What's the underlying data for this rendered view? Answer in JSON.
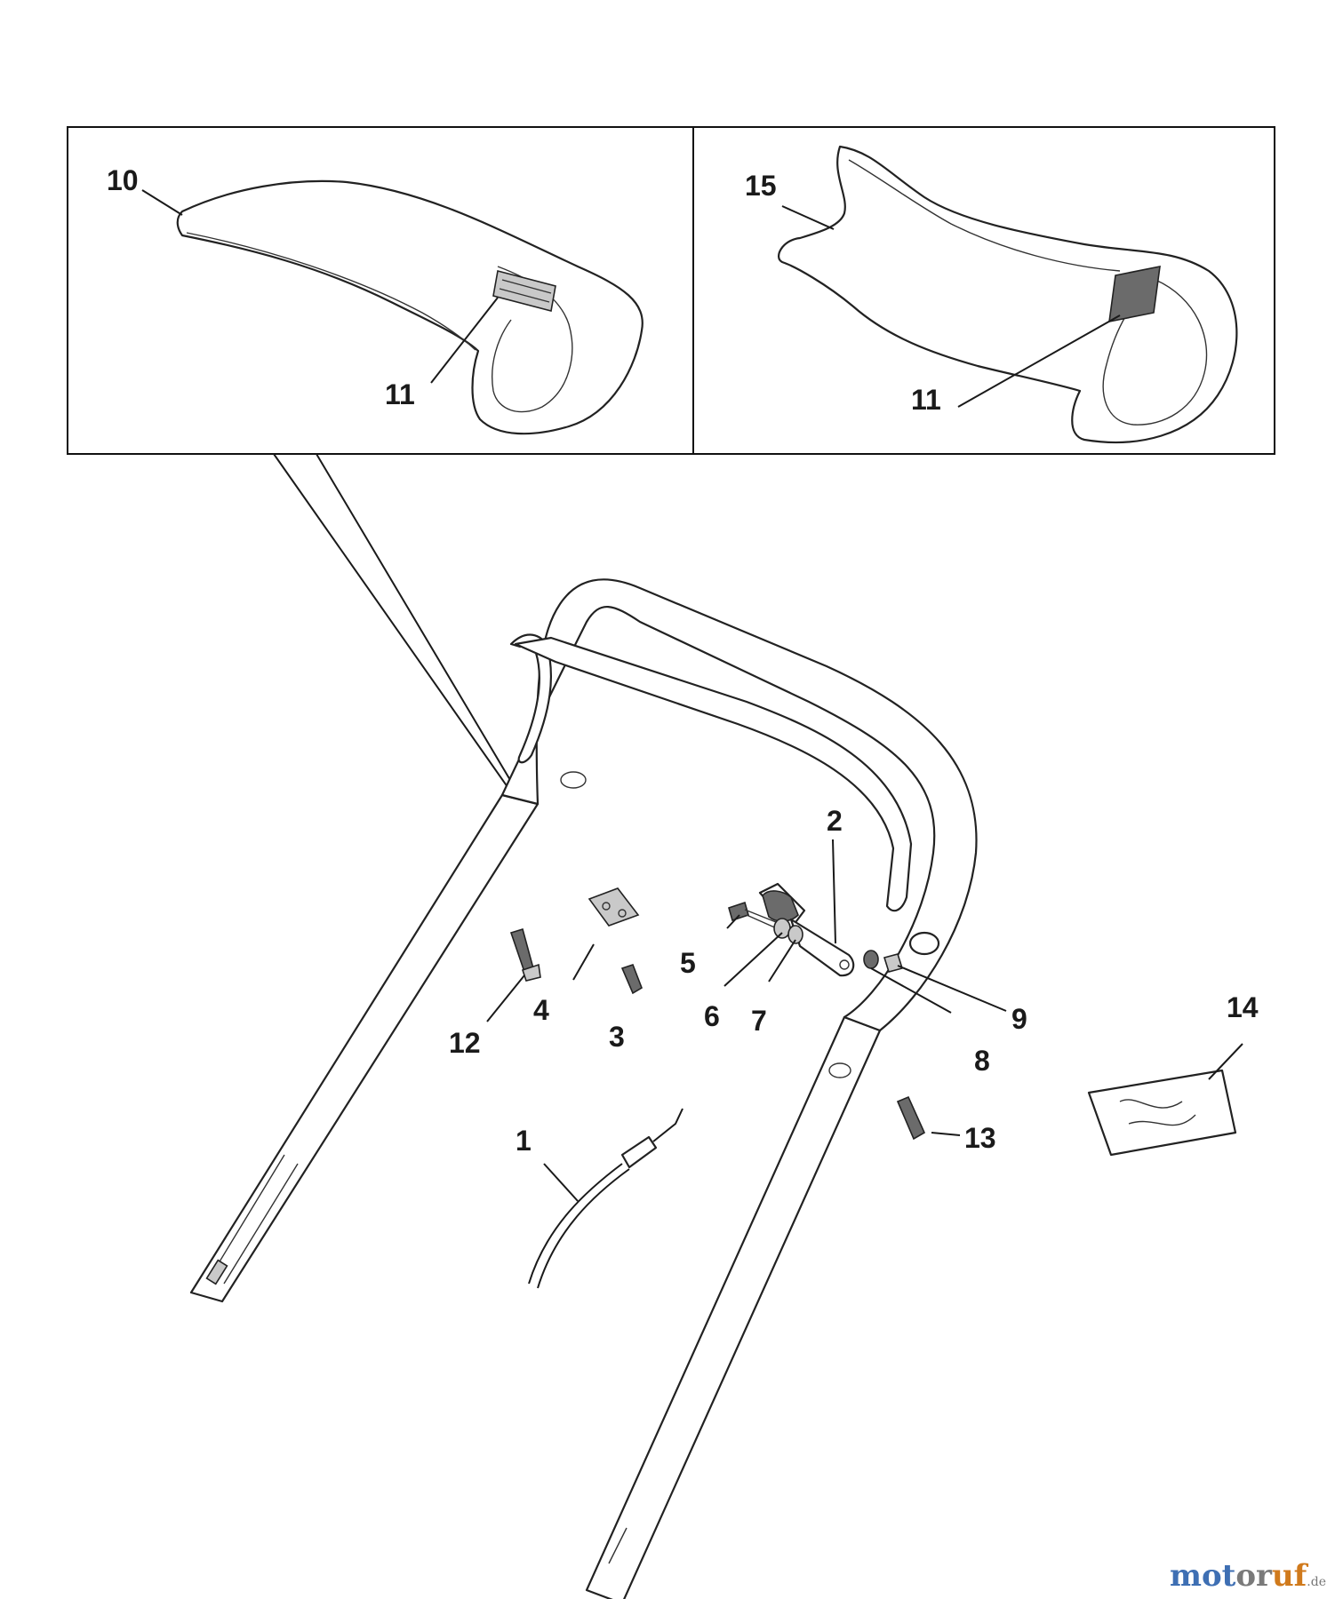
{
  "diagram": {
    "callouts": {
      "c1": "1",
      "c2": "2",
      "c3": "3",
      "c4": "4",
      "c5": "5",
      "c6": "6",
      "c7": "7",
      "c8": "8",
      "c9": "9",
      "c10": "10",
      "c11a": "11",
      "c11b": "11",
      "c12": "12",
      "c13": "13",
      "c14": "14",
      "c15": "15"
    }
  },
  "watermark": {
    "part1": "mot",
    "part2": "or",
    "part3": "uf",
    "tld": ".de",
    "colors": {
      "blue": "#3e6fb3",
      "grey": "#7a7a7a",
      "orange": "#d07a1c"
    }
  }
}
